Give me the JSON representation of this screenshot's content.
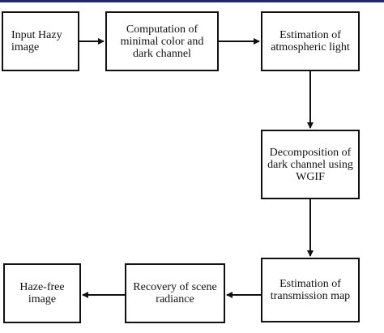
{
  "diagram": {
    "nodes": [
      {
        "id": "input",
        "label": "Input Hazy\nimage"
      },
      {
        "id": "computation",
        "label": "Computation of\nminimal color and\ndark channel"
      },
      {
        "id": "atmospheric",
        "label": "Estimation of\natmospheric light"
      },
      {
        "id": "decomposition",
        "label": "Decomposition of\ndark channel using\nWGIF"
      },
      {
        "id": "transmission",
        "label": "Estimation of\ntransmission map"
      },
      {
        "id": "recovery",
        "label": "Recovery of scene\nradiance"
      },
      {
        "id": "hazefree",
        "label": "Haze-free\nimage"
      }
    ],
    "edges": [
      {
        "from": "input",
        "to": "computation"
      },
      {
        "from": "computation",
        "to": "atmospheric"
      },
      {
        "from": "atmospheric",
        "to": "decomposition"
      },
      {
        "from": "decomposition",
        "to": "transmission"
      },
      {
        "from": "transmission",
        "to": "recovery"
      },
      {
        "from": "recovery",
        "to": "hazefree"
      }
    ],
    "colors": {
      "stroke": "#111111",
      "background": "#ffffff",
      "top_rule": "#1f2a6b"
    }
  }
}
